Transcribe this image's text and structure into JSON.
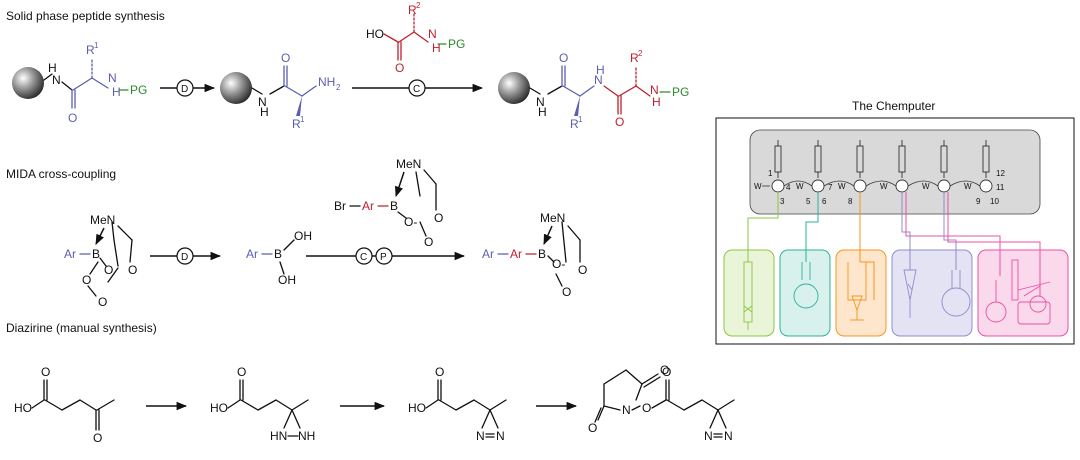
{
  "sections": {
    "spps_title": "Solid phase peptide synthesis",
    "mida_title": "MIDA cross-coupling",
    "diaz_title": "Diazirine (manual synthesis)"
  },
  "steps": {
    "deprotect": "D",
    "couple": "C",
    "purify": "P"
  },
  "atoms": {
    "H": "H",
    "N": "N",
    "O": "O",
    "NH": "NH",
    "HO": "HO",
    "OH": "OH",
    "NH2": "NH",
    "sub2": "2",
    "PG": "PG",
    "R": "R",
    "sup1": "1",
    "sup2": "2",
    "Ar": "Ar",
    "B": "B",
    "MeN": "MeN",
    "Br": "Br",
    "Ominus": "O-",
    "HN": "HN",
    "NN": "N",
    "eq": "="
  },
  "chemputer": {
    "title": "The Chemputer",
    "W": "W",
    "ports": [
      "1",
      "4",
      "3",
      "7",
      "5",
      "6",
      "8",
      "9",
      "11",
      "12",
      "10"
    ]
  },
  "colors": {
    "blue": "#5a5fb0",
    "red": "#c0202e",
    "green": "#2c8a2c",
    "panel_gray": "#d9d9d9",
    "mod_green": "#8cc63f",
    "mod_teal": "#2ab39b",
    "mod_orange": "#f7941d",
    "mod_purple": "#8f8ccf",
    "mod_pink": "#ec4fa4"
  }
}
